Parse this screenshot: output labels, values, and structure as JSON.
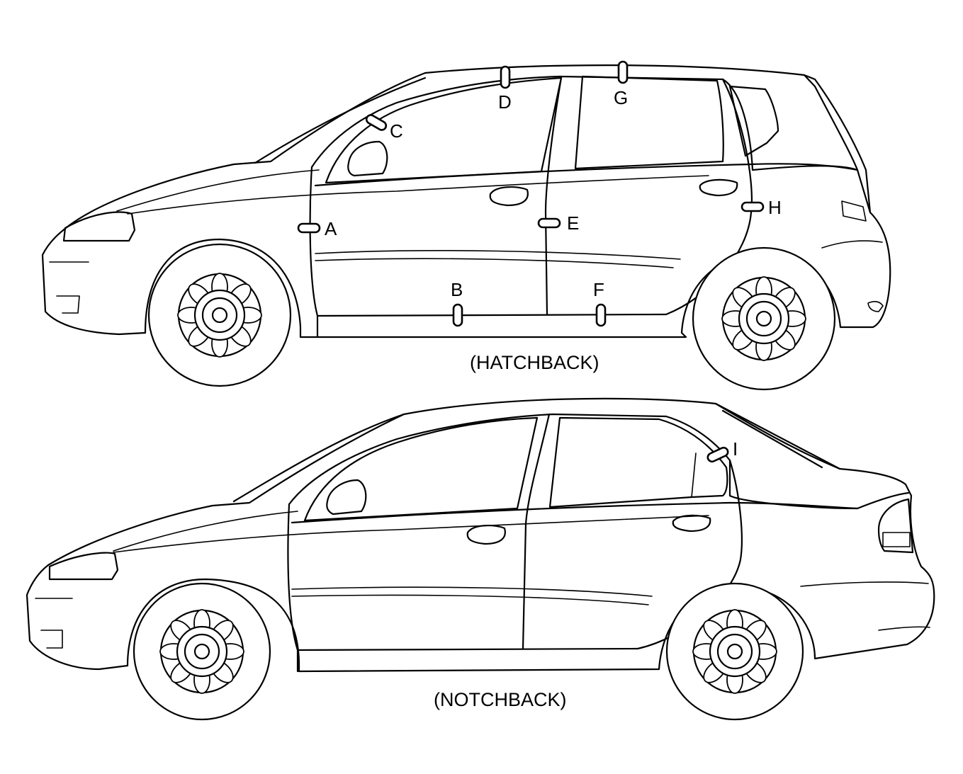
{
  "captions": {
    "hatchback": "(HATCHBACK)",
    "notchback": "(NOTCHBACK)"
  },
  "labels": {
    "a": "A",
    "b": "B",
    "c": "C",
    "d": "D",
    "e": "E",
    "f": "F",
    "g": "G",
    "h": "H",
    "i": "I"
  }
}
